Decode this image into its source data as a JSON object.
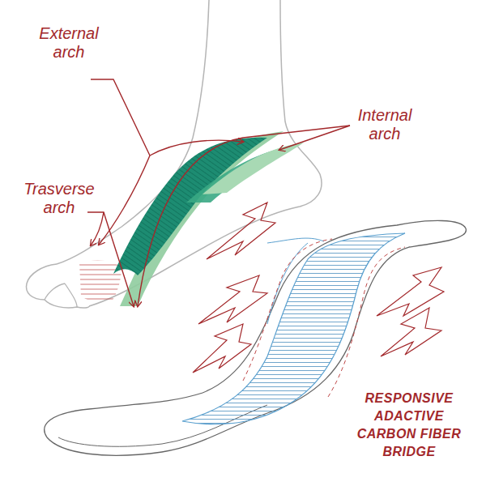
{
  "diagram": {
    "labels": [
      "External arch",
      "Internal arch",
      "Trasverse arch",
      "RESPONSIVE ADACTIVE CARBON FIBER BRIDGE"
    ]
  }
}
